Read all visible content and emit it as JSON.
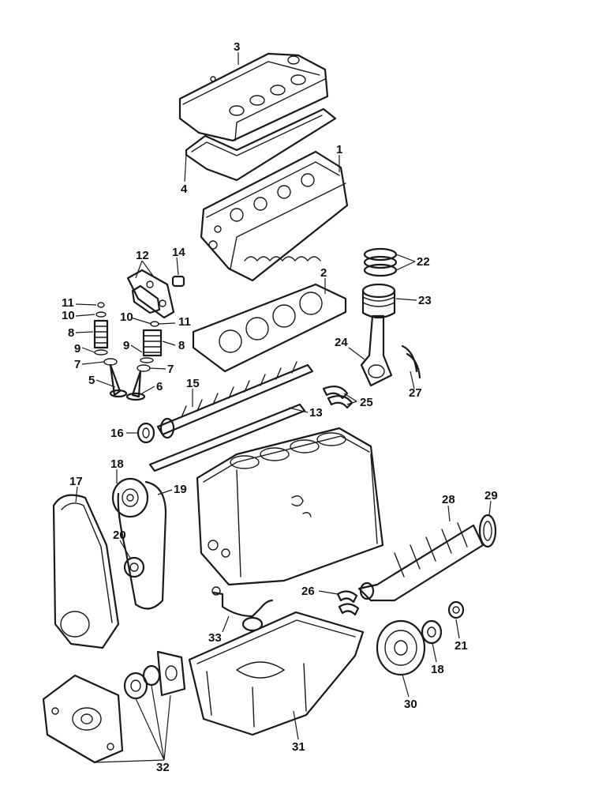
{
  "callouts": {
    "c1": "1",
    "c2": "2",
    "c3": "3",
    "c4": "4",
    "c5": "5",
    "c6": "6",
    "c7a": "7",
    "c7b": "7",
    "c8a": "8",
    "c8b": "8",
    "c9a": "9",
    "c9b": "9",
    "c10a": "10",
    "c10b": "10",
    "c11a": "11",
    "c11b": "11",
    "c12": "12",
    "c13": "13",
    "c14": "14",
    "c15": "15",
    "c16": "16",
    "c17": "17",
    "c18a": "18",
    "c18b": "18",
    "c19": "19",
    "c20": "20",
    "c21": "21",
    "c22": "22",
    "c23": "23",
    "c24": "24",
    "c25": "25",
    "c26": "26",
    "c27": "27",
    "c28": "28",
    "c29": "29",
    "c30": "30",
    "c31": "31",
    "c32": "32",
    "c33": "33"
  },
  "colors": {
    "ink": "#1a1a1a",
    "background": "#ffffff"
  }
}
